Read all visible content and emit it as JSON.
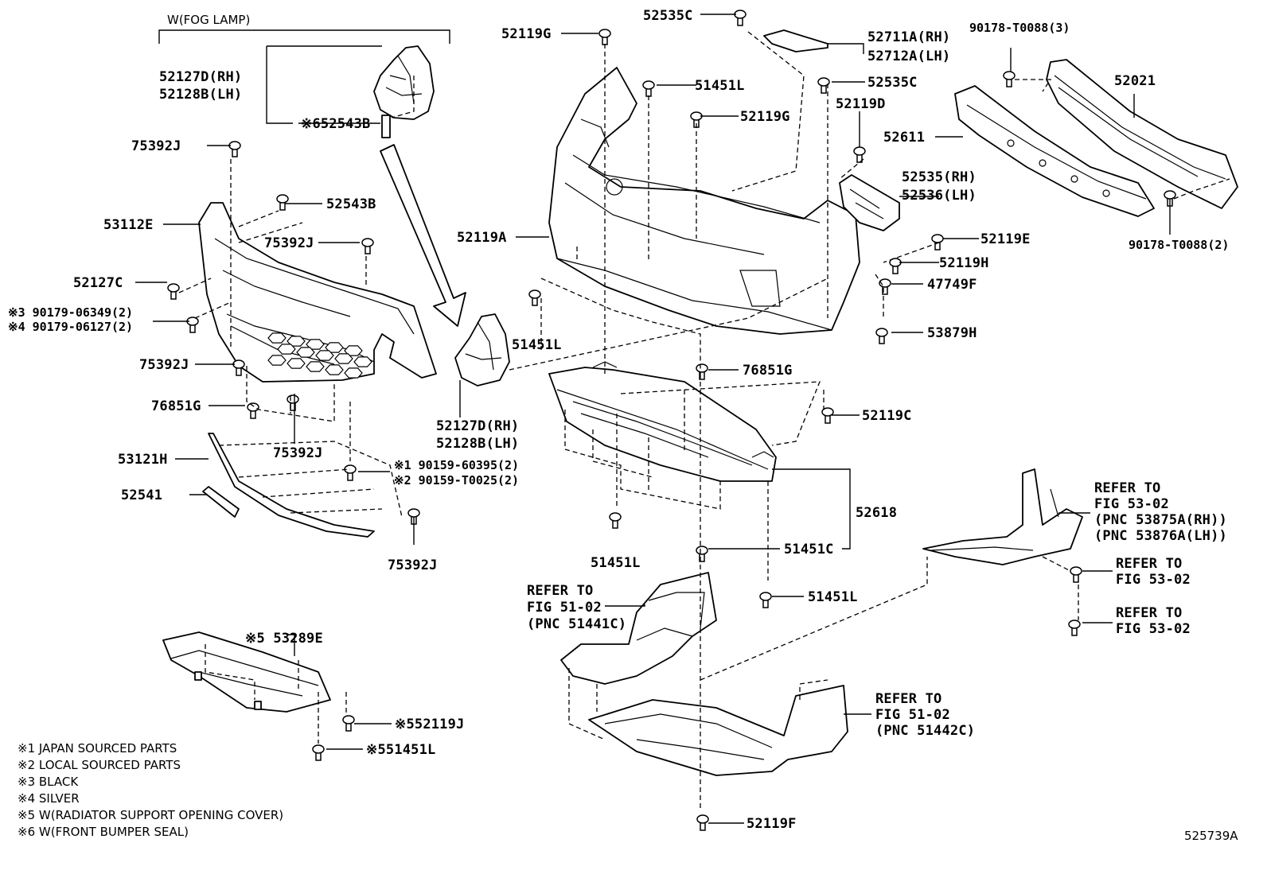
{
  "diagram_id": "525739A",
  "group_label": "W(FOG LAMP)",
  "labels": {
    "p52535C_a": "52535C",
    "p52119G_a": "52119G",
    "p52711A": "52711A(RH)",
    "p52712A": "52712A(LH)",
    "p90178_3": "90178-T0088(3)",
    "p52021": "52021",
    "p52127D_a": "52127D(RH)",
    "p52128B_a": "52128B(LH)",
    "p52543B_a": "※652543B",
    "p75392J_a": "75392J",
    "p53112E": "53112E",
    "p52543B_b": "52543B",
    "p75392J_b": "75392J",
    "p52127C": "52127C",
    "p90179_06349": "※3 90179-06349(2)",
    "p90179_06127": "※4 90179-06127(2)",
    "p75392J_c": "75392J",
    "p76851G_a": "76851G",
    "p75392J_d": "75392J",
    "p53121H": "53121H",
    "p90159_60395": "※1 90159-60395(2)",
    "p90159_T0025": "※2 90159-T0025(2)",
    "p52541": "52541",
    "p75392J_e": "75392J",
    "p51451L_a": "51451L",
    "p52119G_b": "52119G",
    "p52535C_b": "52535C",
    "p52119D": "52119D",
    "p52611": "52611",
    "p52535": "52535(RH)",
    "p52536": "52536(LH)",
    "p52119E": "52119E",
    "p90178_2": "90178-T0088(2)",
    "p52119A": "52119A",
    "p52119H": "52119H",
    "p47749F": "47749F",
    "p53879H": "53879H",
    "p51451L_b": "51451L",
    "p52127D_b": "52127D(RH)",
    "p52128B_b": "52128B(LH)",
    "p76851G_b": "76851G",
    "p52119C": "52119C",
    "p52618": "52618",
    "p51451L_c": "51451L",
    "p51451C": "51451C",
    "p51451L_d": "51451L",
    "p53289E": "※5 53289E",
    "p52119J": "※552119J",
    "p51451L_e": "※551451L",
    "p52119F": "52119F"
  },
  "refer_blocks": {
    "fig51_02_a": [
      "REFER TO",
      "FIG 51-02",
      "(PNC 51441C)"
    ],
    "fig51_02_b": [
      "REFER TO",
      "FIG 51-02",
      "(PNC 51442C)"
    ],
    "fig53_02_a": [
      "REFER TO",
      "FIG 53-02",
      "(PNC 53875A(RH))",
      "(PNC 53876A(LH))"
    ],
    "fig53_02_b": [
      "REFER TO",
      "FIG 53-02"
    ],
    "fig53_02_c": [
      "REFER TO",
      "FIG 53-02"
    ]
  },
  "notes": [
    "※1 JAPAN SOURCED PARTS",
    "※2 LOCAL SOURCED PARTS",
    "※3 BLACK",
    "※4 SILVER",
    "※5 W(RADIATOR SUPPORT OPENING COVER)",
    "※6 W(FRONT BUMPER SEAL)"
  ]
}
